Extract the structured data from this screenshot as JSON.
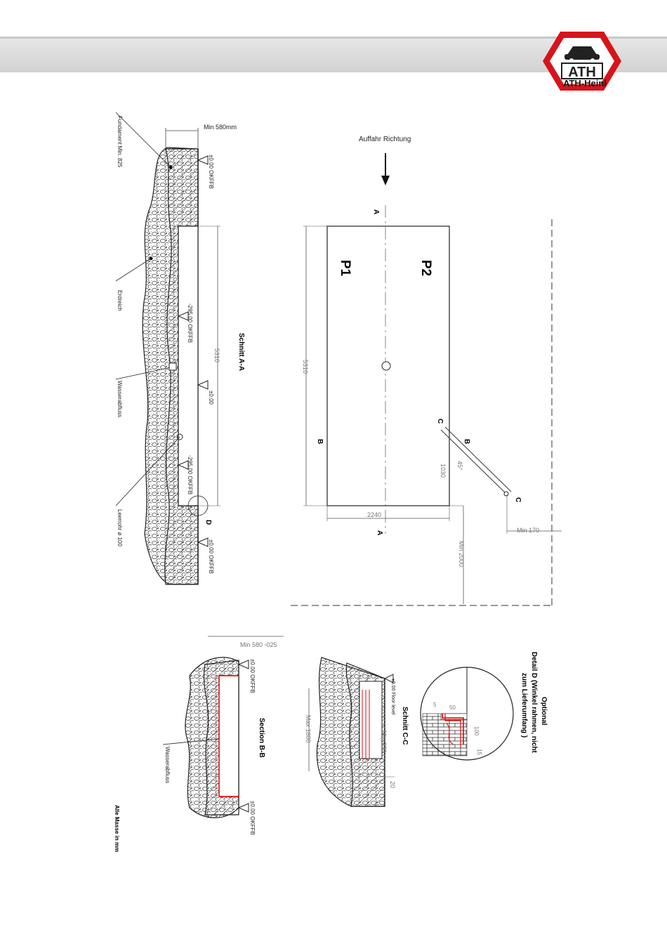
{
  "brand": {
    "name": "ATH-Heinl",
    "logo_text": "ATH"
  },
  "labels": {
    "direction": "Auffahr Richtung",
    "p1": "P1",
    "p2": "P2",
    "section_aa": "Schnitt A-A",
    "section_bb": "Section B-B",
    "section_cc": "Schnitt C-C",
    "detail_d_1": "Optional",
    "detail_d_2": "Detail D (Winkel rahmen, nicht",
    "detail_d_3": "zum Lieferumfang )",
    "all_dims": "Alle Masse in mm",
    "fundament": "Fundament Min. 825",
    "erdreich": "Erdreich",
    "wasserabfluss": "Wasserabfluss",
    "wasserabfluss_bb": "Wasserabfluss",
    "leerrohr": "Leerrohr ø 100",
    "min580": "Min 580mm",
    "min580_025": "Min 580 -025",
    "level_0": "±0.00 OKFFB",
    "level_0_short": "±0.00",
    "level_295": "-295.00 OKFFB",
    "floor_level": "±0.00 Floor level",
    "dim_5310": "5310",
    "dim_2240": "2240",
    "dim_min2000": "Min 2000",
    "dim_min170": "Min 170",
    "dim_1030": "1030",
    "dim_45": "45°",
    "dim_max1800": "Max 1800",
    "dim_min130": "Min 130",
    "dim_20": "20",
    "dim_50": "50",
    "dim_100": "100",
    "dim_5": "5",
    "dim_15": "15",
    "mark_a": "A",
    "mark_b": "B",
    "mark_c": "C",
    "mark_d": "D"
  }
}
